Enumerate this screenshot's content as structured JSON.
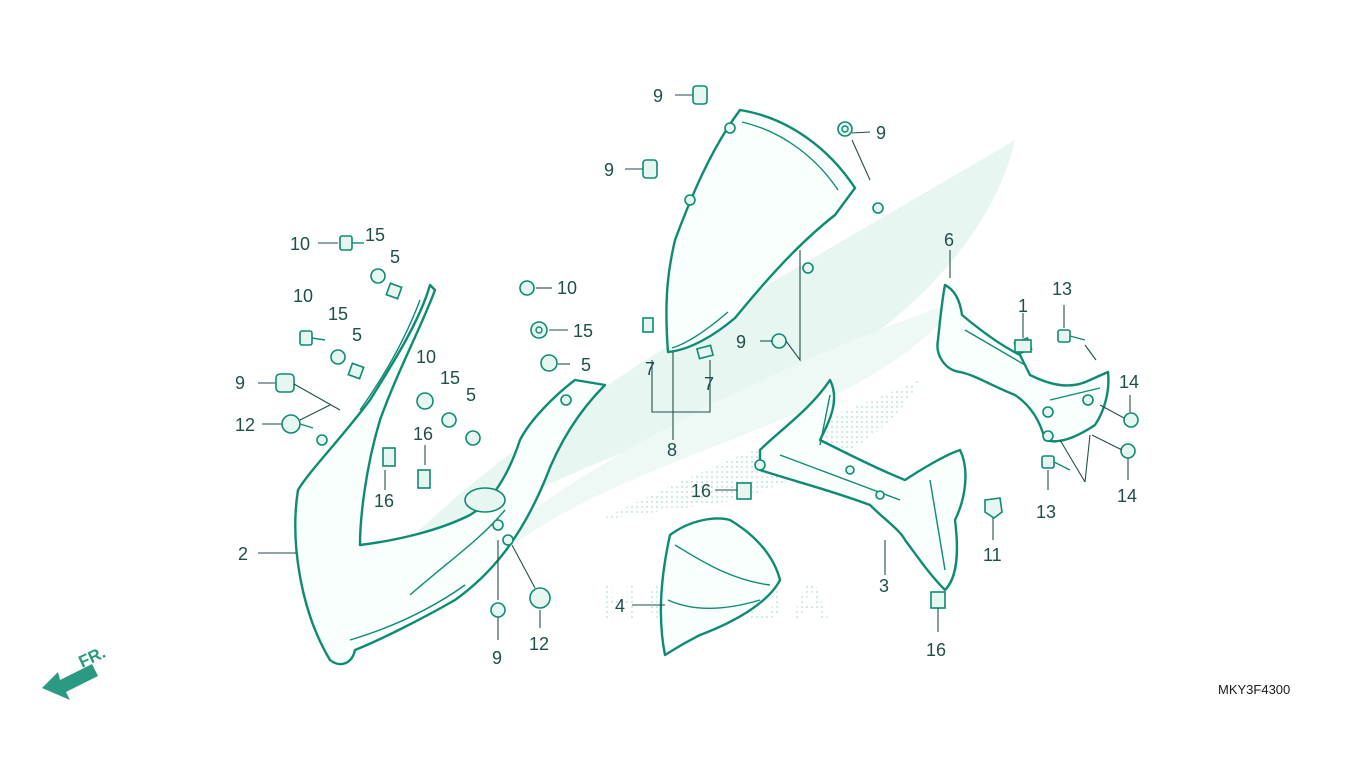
{
  "diagram": {
    "watermark": "HONDA",
    "direction_label": "FR.",
    "drawing_code": "MKY3F4300",
    "callouts": {
      "c1": "1",
      "c2": "2",
      "c3": "3",
      "c4": "4",
      "c5a": "5",
      "c5b": "5",
      "c5c": "5",
      "c5d": "5",
      "c6": "6",
      "c7a": "7",
      "c7b": "7",
      "c8": "8",
      "c9a": "9",
      "c9b": "9",
      "c9c": "9",
      "c9d": "9",
      "c9e": "9",
      "c9f": "9",
      "c10a": "10",
      "c10b": "10",
      "c10c": "10",
      "c10d": "10",
      "c11": "11",
      "c12a": "12",
      "c12b": "12",
      "c13a": "13",
      "c13b": "13",
      "c14a": "14",
      "c14b": "14",
      "c15a": "15",
      "c15b": "15",
      "c15c": "15",
      "c15d": "15",
      "c16a": "16",
      "c16b": "16",
      "c16c": "16",
      "c16d": "16"
    },
    "colors": {
      "line": "#0f8a73",
      "label": "#1f4f4a",
      "watermark": "#d6efe8",
      "arrow": "#2a9a82"
    }
  }
}
